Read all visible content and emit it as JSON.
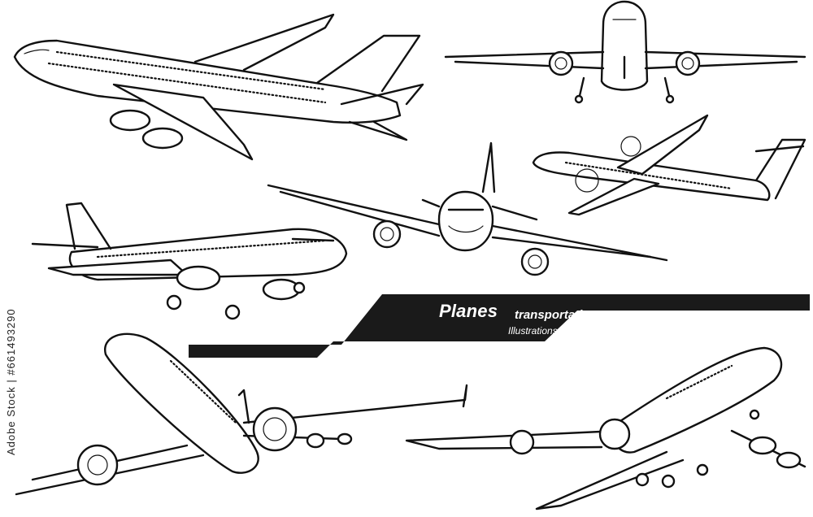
{
  "banner": {
    "title": "Planes",
    "subtitle": "transportation",
    "caption": "Illustrations",
    "band_color": "#1a1a1a",
    "text_color": "#ffffff"
  },
  "stock_id": "Adobe Stock | #661493290",
  "icons": [
    "airliner-side-icon",
    "airliner-front-icon",
    "turboprop-icon",
    "airliner-head-on-icon",
    "airliner-landing-icon",
    "airliner-takeoff-icon",
    "jumbo-jet-underside-icon"
  ]
}
